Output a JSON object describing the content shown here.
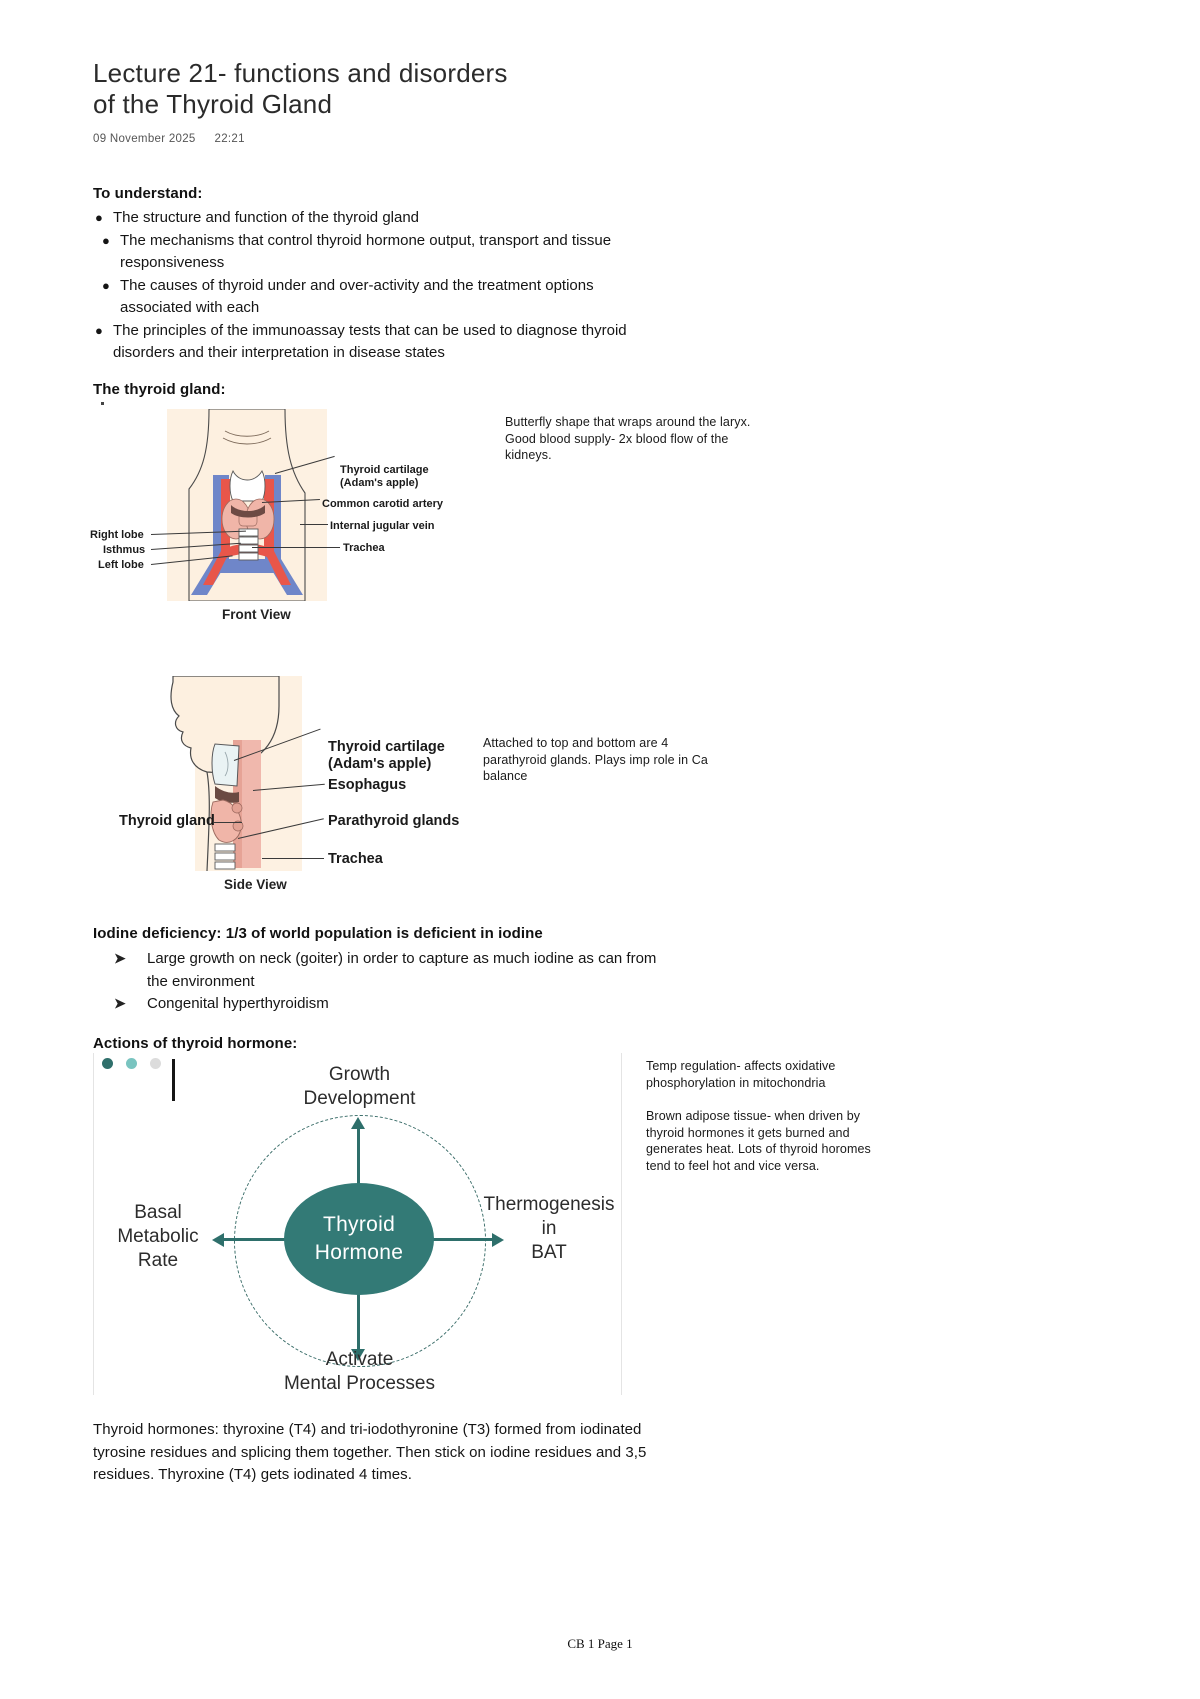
{
  "document": {
    "title_line1": "Lecture 21- functions and disorders",
    "title_line2": "of the Thyroid Gland",
    "date": "09 November 2025",
    "time": "22:21",
    "footer": "CB 1 Page 1"
  },
  "objectives": {
    "heading": "To understand:",
    "items": [
      "The structure and function of the thyroid gland",
      "The mechanisms that control thyroid hormone output, transport and tissue responsiveness",
      "The causes of thyroid under and over-activity and the treatment options associated with each",
      "The principles of the immunoassay tests that can be used to diagnose thyroid disorders and their interpretation in disease states"
    ]
  },
  "thyroid_gland": {
    "heading": "The thyroid gland:",
    "front_view": {
      "caption": "Front View",
      "labels_right": [
        "Thyroid cartilage",
        "(Adam's apple)",
        "Common carotid artery",
        "Internal jugular vein",
        "Trachea"
      ],
      "labels_left": [
        "Right lobe",
        "Isthmus",
        "Left lobe"
      ]
    },
    "front_note": "Butterfly shape that wraps around the laryx.\nGood blood supply- 2x blood flow of the kidneys.",
    "side_view": {
      "caption": "Side View",
      "labels_right": [
        "Thyroid cartilage",
        "(Adam's apple)",
        "Esophagus",
        "Parathyroid glands",
        "Trachea"
      ],
      "labels_left": [
        "Thyroid gland"
      ]
    },
    "side_note": "Attached to top and bottom are 4 parathyroid glands. Plays imp role in Ca balance"
  },
  "iodine_deficiency": {
    "heading": "Iodine deficiency: 1/3 of world population is deficient in iodine",
    "items": [
      "Large growth on neck (goiter) in order to capture as much iodine as can from the environment",
      "Congenital hyperthyroidism"
    ]
  },
  "actions": {
    "heading": "Actions of thyroid hormone:",
    "diagram": {
      "center_line1": "Thyroid",
      "center_line2": "Hormone",
      "top_line1": "Growth",
      "top_line2": "Development",
      "right_line1": "Thermogenesis",
      "right_line2": "in",
      "right_line3": "BAT",
      "left_line1": "Basal Metabolic",
      "left_line2": "Rate",
      "bottom_line1": "Activate",
      "bottom_line2": "Mental Processes",
      "dot_colors": [
        "#2f6f6b",
        "#79c4c0",
        "#dcdcdc"
      ],
      "accent_color": "#337a76"
    },
    "note_1": "Temp regulation- affects oxidative phosphorylation in mitochondria",
    "note_2": "Brown adipose tissue- when driven by thyroid hormones it gets burned and generates heat. Lots of thyroid horomes tend to feel hot and vice versa."
  },
  "closing_paragraph": "Thyroid hormones: thyroxine (T4) and tri-iodothyronine (T3) formed from iodinated tyrosine residues and splicing them together. Then stick on iodine residues and 3,5 residues. Thyroxine (T4) gets iodinated 4 times."
}
